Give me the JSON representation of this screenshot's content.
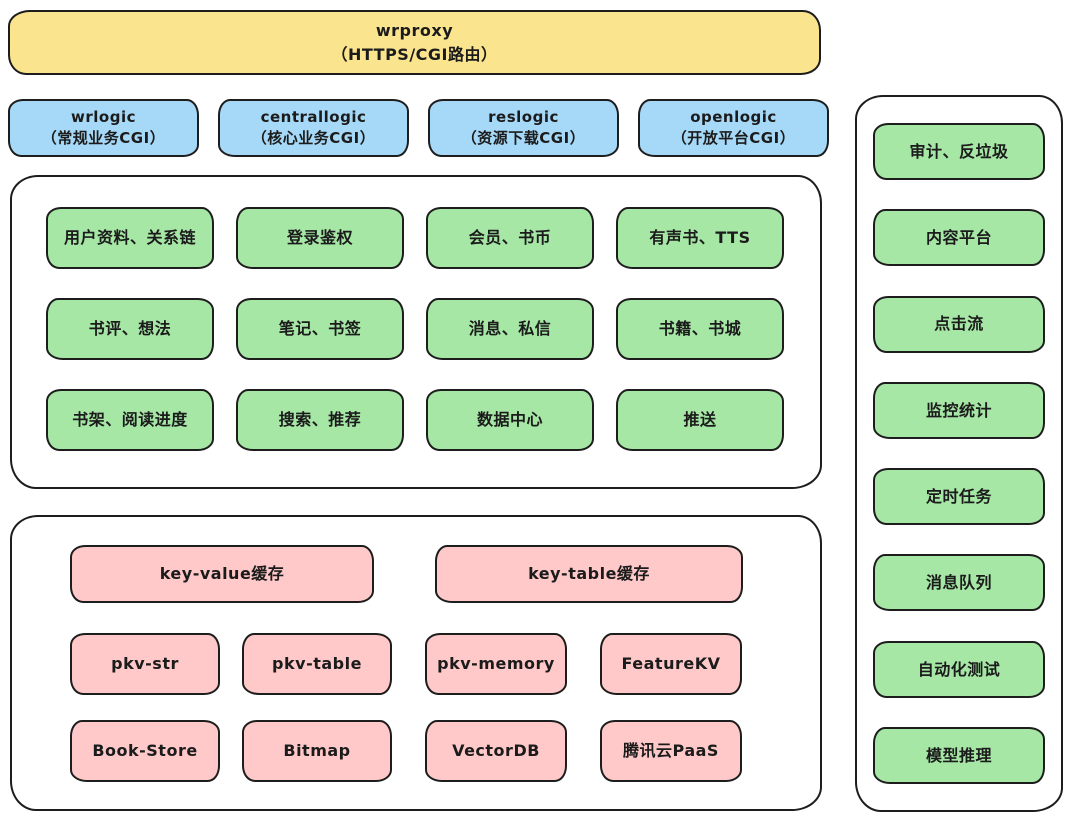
{
  "proxy": {
    "title": "wrproxy",
    "subtitle": "（HTTPS/CGI路由）"
  },
  "logic": [
    {
      "title": "wrlogic",
      "subtitle": "（常规业务CGI）"
    },
    {
      "title": "centrallogic",
      "subtitle": "（核心业务CGI）"
    },
    {
      "title": "reslogic",
      "subtitle": "（资源下载CGI）"
    },
    {
      "title": "openlogic",
      "subtitle": "（开放平台CGI）"
    }
  ],
  "services": [
    [
      "用户资料、关系链",
      "登录鉴权",
      "会员、书币",
      "有声书、TTS"
    ],
    [
      "书评、想法",
      "笔记、书签",
      "消息、私信",
      "书籍、书城"
    ],
    [
      "书架、阅读进度",
      "搜索、推荐",
      "数据中心",
      "推送"
    ]
  ],
  "storage": {
    "caches": [
      "key-value缓存",
      "key-table缓存"
    ],
    "rows": [
      [
        "pkv-str",
        "pkv-table",
        "pkv-memory",
        "FeatureKV"
      ],
      [
        "Book-Store",
        "Bitmap",
        "VectorDB",
        "腾讯云PaaS"
      ]
    ]
  },
  "platform": [
    "审计、反垃圾",
    "内容平台",
    "点击流",
    "监控统计",
    "定时任务",
    "消息队列",
    "自动化测试",
    "模型推理"
  ],
  "colors": {
    "proxy_fill": "#FBE48E",
    "logic_fill": "#A6D8F7",
    "service_fill": "#A6E7A6",
    "storage_fill": "#FFC9C9",
    "stroke": "#1d1d1d",
    "background": "#ffffff"
  }
}
